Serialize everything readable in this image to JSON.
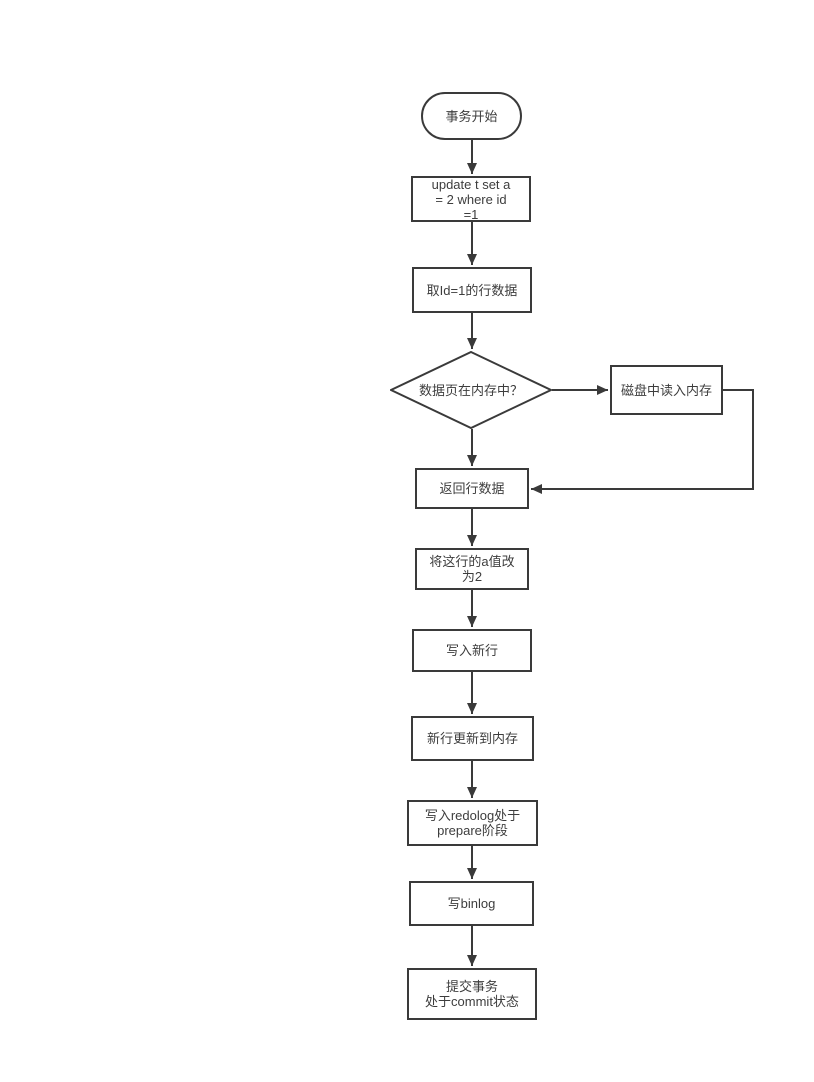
{
  "diagram": {
    "type": "flowchart",
    "colors": {
      "background": "#ffffff",
      "stroke": "#3a3a3a",
      "text": "#3d3d3d"
    },
    "nodes": {
      "start": {
        "type": "terminator",
        "label": "事务开始"
      },
      "update_sql": {
        "type": "process",
        "label": "update t set a\n= 2 where id\n=1"
      },
      "fetch_row": {
        "type": "process",
        "label": "取Id=1的行数据"
      },
      "page_in_memory": {
        "type": "decision",
        "label": "数据页在内存中？"
      },
      "read_disk": {
        "type": "process",
        "label": "磁盘中读入内存"
      },
      "return_row": {
        "type": "process",
        "label": "返回行数据"
      },
      "change_a": {
        "type": "process",
        "label": "将这行的a值改\n为2"
      },
      "write_new_row": {
        "type": "process",
        "label": "写入新行"
      },
      "update_memory": {
        "type": "process",
        "label": "新行更新到内存"
      },
      "redolog_prepare": {
        "type": "process",
        "label": "写入redolog处于\nprepare阶段"
      },
      "write_binlog": {
        "type": "process",
        "label": "写binlog"
      },
      "commit": {
        "type": "process",
        "label": "提交事务\n处于commit状态"
      }
    },
    "edges": [
      {
        "from": "start",
        "to": "update_sql"
      },
      {
        "from": "update_sql",
        "to": "fetch_row"
      },
      {
        "from": "fetch_row",
        "to": "page_in_memory"
      },
      {
        "from": "page_in_memory",
        "to": "read_disk"
      },
      {
        "from": "page_in_memory",
        "to": "return_row"
      },
      {
        "from": "read_disk",
        "to": "return_row"
      },
      {
        "from": "return_row",
        "to": "change_a"
      },
      {
        "from": "change_a",
        "to": "write_new_row"
      },
      {
        "from": "write_new_row",
        "to": "update_memory"
      },
      {
        "from": "update_memory",
        "to": "redolog_prepare"
      },
      {
        "from": "redolog_prepare",
        "to": "write_binlog"
      },
      {
        "from": "write_binlog",
        "to": "commit"
      }
    ]
  }
}
